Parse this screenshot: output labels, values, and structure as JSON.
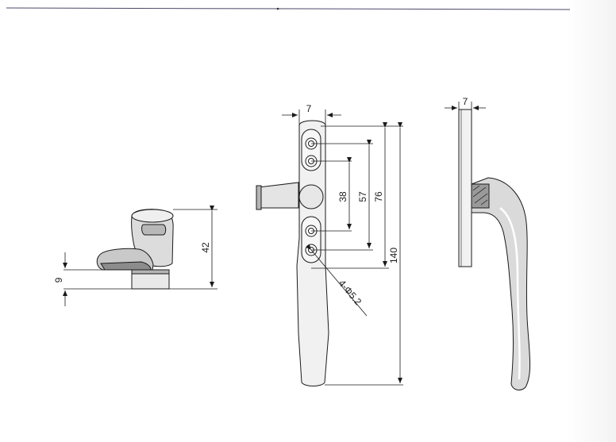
{
  "dimensions": {
    "side_height": "42",
    "side_thickness": "9",
    "front_width": "7",
    "hole_spacing_small": "38",
    "hole_spacing_mid": "57",
    "hole_spacing_large": "76",
    "overall_length": "140",
    "hole_callout": "4-Φ5.2",
    "profile_width": "7"
  }
}
